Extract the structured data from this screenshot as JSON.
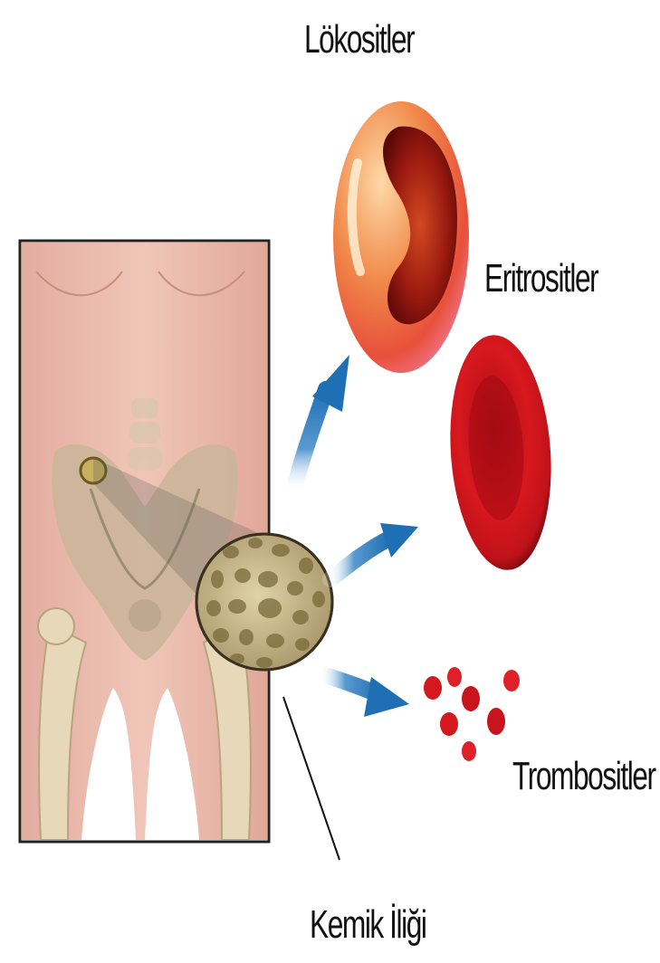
{
  "labels": {
    "leukocytes": "Lökositler",
    "erythrocytes": "Eritrositler",
    "thrombocytes": "Trombositler",
    "bone_marrow": "Kemik İliği"
  },
  "colors": {
    "skin": "#e8b7a6",
    "bone": "#d8c9a8",
    "arrow": "#1f6fb5",
    "erythrocyte": "#c8141c",
    "leukocyte": "#e85a3a",
    "marrow": "#c9b98a"
  }
}
